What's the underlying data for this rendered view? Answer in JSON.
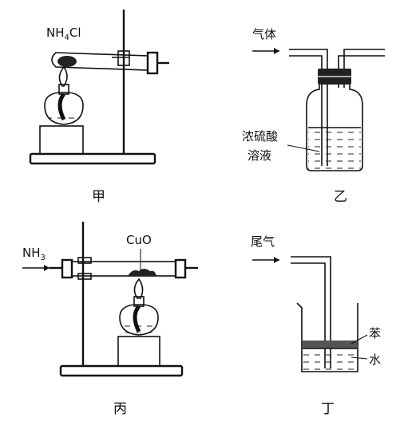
{
  "panels": {
    "jia": {
      "caption": "甲",
      "reagent_main": "NH",
      "reagent_sub": "4",
      "reagent_tail": "Cl"
    },
    "yi": {
      "caption": "乙",
      "inlet_label": "气体",
      "liquid_line1": "浓硫酸",
      "liquid_line2": "溶液"
    },
    "bing": {
      "caption": "丙",
      "inlet_main": "NH",
      "inlet_sub": "3",
      "solid_label": "CuO"
    },
    "ding": {
      "caption": "丁",
      "inlet_label": "尾气",
      "upper_layer": "苯",
      "lower_layer": "水"
    }
  }
}
